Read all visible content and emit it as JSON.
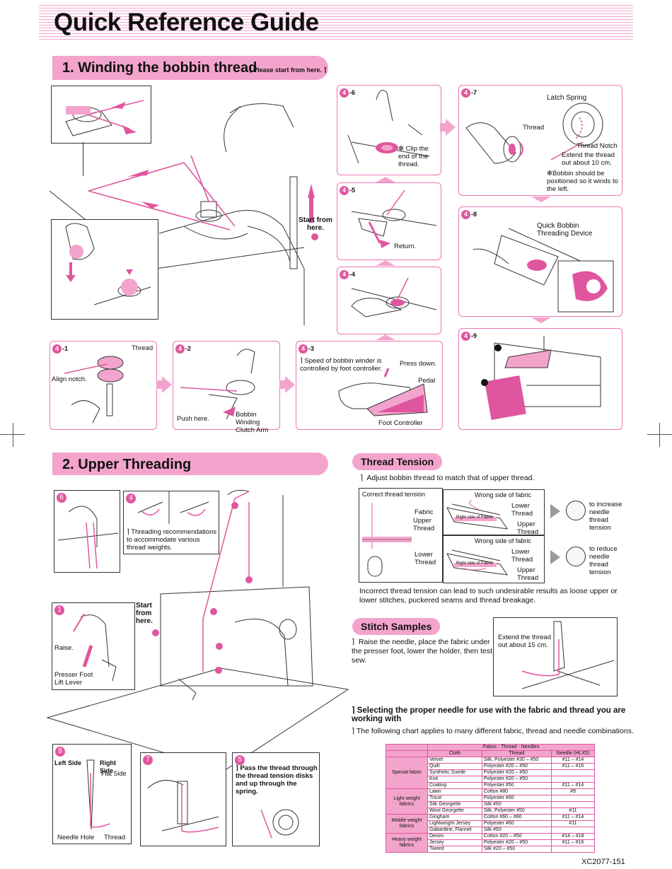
{
  "header": {
    "title": "Quick Reference Guide"
  },
  "section1": {
    "title": "1. Winding the bobbin thread",
    "note": "Please start from here.",
    "start_label": "Start from here.",
    "steps": {
      "s41": {
        "num": "4",
        "suffix": "-1",
        "thread": "Thread",
        "align": "Align notch."
      },
      "s42": {
        "num": "4",
        "suffix": "-2",
        "push": "Push here.",
        "clutch": "Bobbin Winding Clutch Arm"
      },
      "s43": {
        "num": "4",
        "suffix": "-3",
        "speed": "Speed of bobbin winder is controlled by foot controller.",
        "press": "Press down.",
        "pedal": "Pedal",
        "foot": "Foot Controller"
      },
      "s44": {
        "num": "4",
        "suffix": "-4"
      },
      "s45": {
        "num": "4",
        "suffix": "-5",
        "return": "Return."
      },
      "s46": {
        "num": "4",
        "suffix": "-6",
        "clip": "Clip the end of the thread."
      },
      "s47": {
        "num": "4",
        "suffix": "-7",
        "latch": "Latch Spring",
        "thread": "Thread",
        "notch": "Thread Notch",
        "extend": "Extend the thread out about 10 cm.",
        "bobbin": "Bobbin should be positioned so it winds to the left."
      },
      "s48": {
        "num": "4",
        "suffix": "-8",
        "device": "Quick Bobbin Threading Device"
      },
      "s49": {
        "num": "4",
        "suffix": "-9"
      }
    }
  },
  "section2": {
    "title": "2. Upper Threading",
    "start_label": "Start from here.",
    "box4_note": "Threading recommendations to accommodate various thread weights.",
    "box1": {
      "raise": "Raise.",
      "lever": "Presser Foot Lift Lever"
    },
    "box8": {
      "left": "Left Side",
      "right": "Right Side",
      "flat": "Flat Side",
      "hole": "Needle Hole",
      "thread": "Thread"
    },
    "box5": {
      "text": "Pass the thread through the thread tension disks and up through the spring."
    },
    "step_nums": [
      "6",
      "4",
      "1",
      "8",
      "7",
      "5"
    ]
  },
  "tension": {
    "title": "Thread Tension",
    "intro": "Adjust bobbin thread to match that of upper thread.",
    "correct": "Correct thread tension",
    "fabric": "Fabric",
    "upper": "Upper Thread",
    "lower": "Lower Thread",
    "wrong": "Wrong side of fabric",
    "right_side": "Right side of Fabric",
    "increase": "to increase needle thread tension",
    "reduce": "to reduce needle thread tension",
    "warning": "Incorrect thread tension can lead to such undesirable results as loose upper or lower stitches, puckered seams and thread breakage."
  },
  "stitch": {
    "title": "Stitch Samples",
    "text": "Raise the needle, place the fabric under the presser foot, lower the holder, then test sew.",
    "extend": "Extend the thread out about 15 cm."
  },
  "needle": {
    "heading": "Selecting the proper needle for use with the fabric and thread you are working with",
    "sub": "The following chart applies to many different fabric, thread and needle combinations.",
    "table": {
      "caption": "Fabric - Thread - Needles",
      "headers": [
        "Cloth",
        "Thread",
        "Needle (HLX5)"
      ],
      "groups": [
        {
          "name": "Special fabric",
          "rows": [
            [
              "Velvet",
              "Silk, Polyester #30 – #50",
              "#11 – #14"
            ],
            [
              "Quilt",
              "Polyester #20 – #50",
              "#11 – #16"
            ],
            [
              "Synthetic Suede",
              "Polyester #20 – #50",
              ""
            ],
            [
              "Knit",
              "Polyester #20 – #50",
              ""
            ],
            [
              "Coating",
              "Polyester #50",
              "#11 – #14"
            ]
          ]
        },
        {
          "name": "Light weight fabrics",
          "rows": [
            [
              "Lawn",
              "Cotton #80",
              "#9"
            ],
            [
              "Tricot",
              "Polyester #60",
              ""
            ],
            [
              "Silk Georgette",
              "Silk #50",
              ""
            ],
            [
              "Wool Georgette",
              "Silk, Polyester #50",
              "#11"
            ]
          ]
        },
        {
          "name": "Middle weight fabrics",
          "rows": [
            [
              "Gingham",
              "Cotton #60 – #80",
              "#11 – #14"
            ],
            [
              "Lightweight Jersey",
              "Polyester #60",
              "#11"
            ],
            [
              "Gabardine, Flannel",
              "Silk #50",
              ""
            ]
          ]
        },
        {
          "name": "Heavy weight fabrics",
          "rows": [
            [
              "Denim",
              "Cotton #20 – #50",
              "#14 – #18"
            ],
            [
              "Jersey",
              "Polyester #20 – #50",
              "#11 – #16"
            ],
            [
              "Tweed",
              "Silk #20 – #50",
              ""
            ]
          ]
        }
      ]
    }
  },
  "footer": {
    "code": "XC2077-151"
  },
  "colors": {
    "accent": "#f3a4cc",
    "magenta": "#e0569e",
    "border": "#ee74b4"
  }
}
